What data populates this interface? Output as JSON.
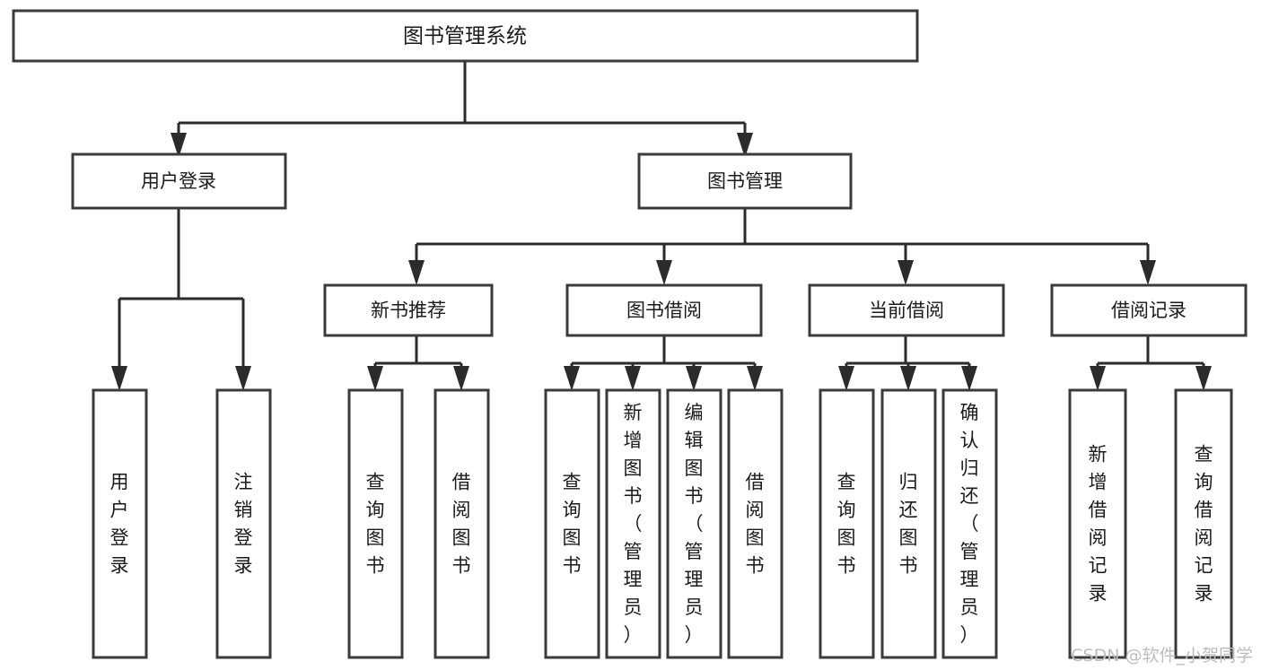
{
  "diagram": {
    "type": "tree-hierarchy-diagram",
    "title": "图书管理系统",
    "root": {
      "id": "root",
      "label": "图书管理系统",
      "orientation": "horizontal"
    },
    "level2": [
      {
        "id": "user-login",
        "label": "用户登录",
        "orientation": "horizontal"
      },
      {
        "id": "book-management",
        "label": "图书管理",
        "orientation": "horizontal"
      }
    ],
    "level3": [
      {
        "id": "new-book-recommend",
        "label": "新书推荐",
        "orientation": "horizontal",
        "parent": "book-management"
      },
      {
        "id": "book-borrow",
        "label": "图书借阅",
        "orientation": "horizontal",
        "parent": "book-management"
      },
      {
        "id": "current-borrow",
        "label": "当前借阅",
        "orientation": "horizontal",
        "parent": "book-management"
      },
      {
        "id": "borrow-record",
        "label": "借阅记录",
        "orientation": "horizontal",
        "parent": "book-management"
      }
    ],
    "leaves": [
      {
        "id": "leaf-user-login",
        "label": "用户登录",
        "orientation": "vertical",
        "parent": "user-login"
      },
      {
        "id": "leaf-user-logout",
        "label": "注销登录",
        "orientation": "vertical",
        "parent": "user-login"
      },
      {
        "id": "leaf-query-book-1",
        "label": "查询图书",
        "orientation": "vertical",
        "parent": "new-book-recommend"
      },
      {
        "id": "leaf-borrow-book-1",
        "label": "借阅图书",
        "orientation": "vertical",
        "parent": "new-book-recommend"
      },
      {
        "id": "leaf-query-book-2",
        "label": "查询图书",
        "orientation": "vertical",
        "parent": "book-borrow"
      },
      {
        "id": "leaf-add-book",
        "label": "新增图书（管理员）",
        "orientation": "vertical",
        "parent": "book-borrow"
      },
      {
        "id": "leaf-edit-book",
        "label": "编辑图书（管理员）",
        "orientation": "vertical",
        "parent": "book-borrow"
      },
      {
        "id": "leaf-borrow-book-2",
        "label": "借阅图书",
        "orientation": "vertical",
        "parent": "book-borrow"
      },
      {
        "id": "leaf-query-book-3",
        "label": "查询图书",
        "orientation": "vertical",
        "parent": "current-borrow"
      },
      {
        "id": "leaf-return-book",
        "label": "归还图书",
        "orientation": "vertical",
        "parent": "current-borrow"
      },
      {
        "id": "leaf-confirm-return",
        "label": "确认归还（管理员）",
        "orientation": "vertical",
        "parent": "current-borrow"
      },
      {
        "id": "leaf-add-record",
        "label": "新增借阅记录",
        "orientation": "vertical",
        "parent": "borrow-record"
      },
      {
        "id": "leaf-query-record",
        "label": "查询借阅记录",
        "orientation": "vertical",
        "parent": "borrow-record"
      }
    ],
    "colors": {
      "background": "#ffffff",
      "box_fill": "#ffffff",
      "box_stroke": "#3b3b3b",
      "connector": "#2b2b2b",
      "text": "#1a1a1a",
      "watermark": "#bdbdbd"
    }
  },
  "watermark": {
    "text": "CSDN @软件_小贺同学"
  }
}
